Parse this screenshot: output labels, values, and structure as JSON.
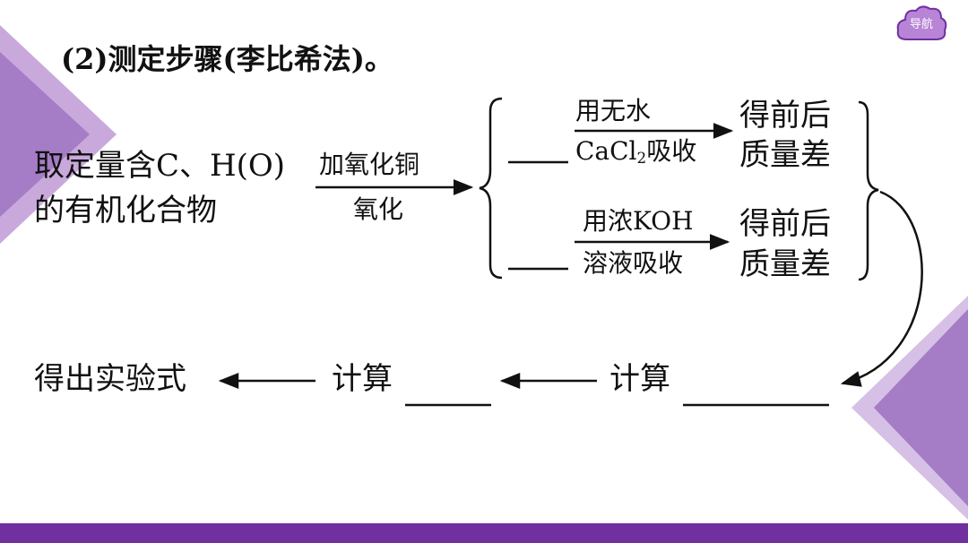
{
  "colors": {
    "accent": "#7030a0",
    "accent_light": "#c9a9dc",
    "nav_fill": "#b784d6"
  },
  "nav": {
    "label": "导航",
    "icon": "cloud-icon"
  },
  "title": "(2)测定步骤(李比希法)。",
  "start": {
    "line1": "取定量含C、H(O)",
    "line2": "的有机化合物"
  },
  "oxidize": {
    "above": "加氧化铜",
    "below": "氧化"
  },
  "upper_branch": {
    "above": "用无水",
    "below_main": "CaCl",
    "below_sub": "2",
    "below_tail": "吸收",
    "result_line1": "得前后",
    "result_line2": "质量差"
  },
  "lower_branch": {
    "above": "用浓KOH",
    "below": "溶液吸收",
    "result_line1": "得前后",
    "result_line2": "质量差"
  },
  "bottom": {
    "calc_right": "计算",
    "calc_left": "计算",
    "result": "得出实验式"
  }
}
